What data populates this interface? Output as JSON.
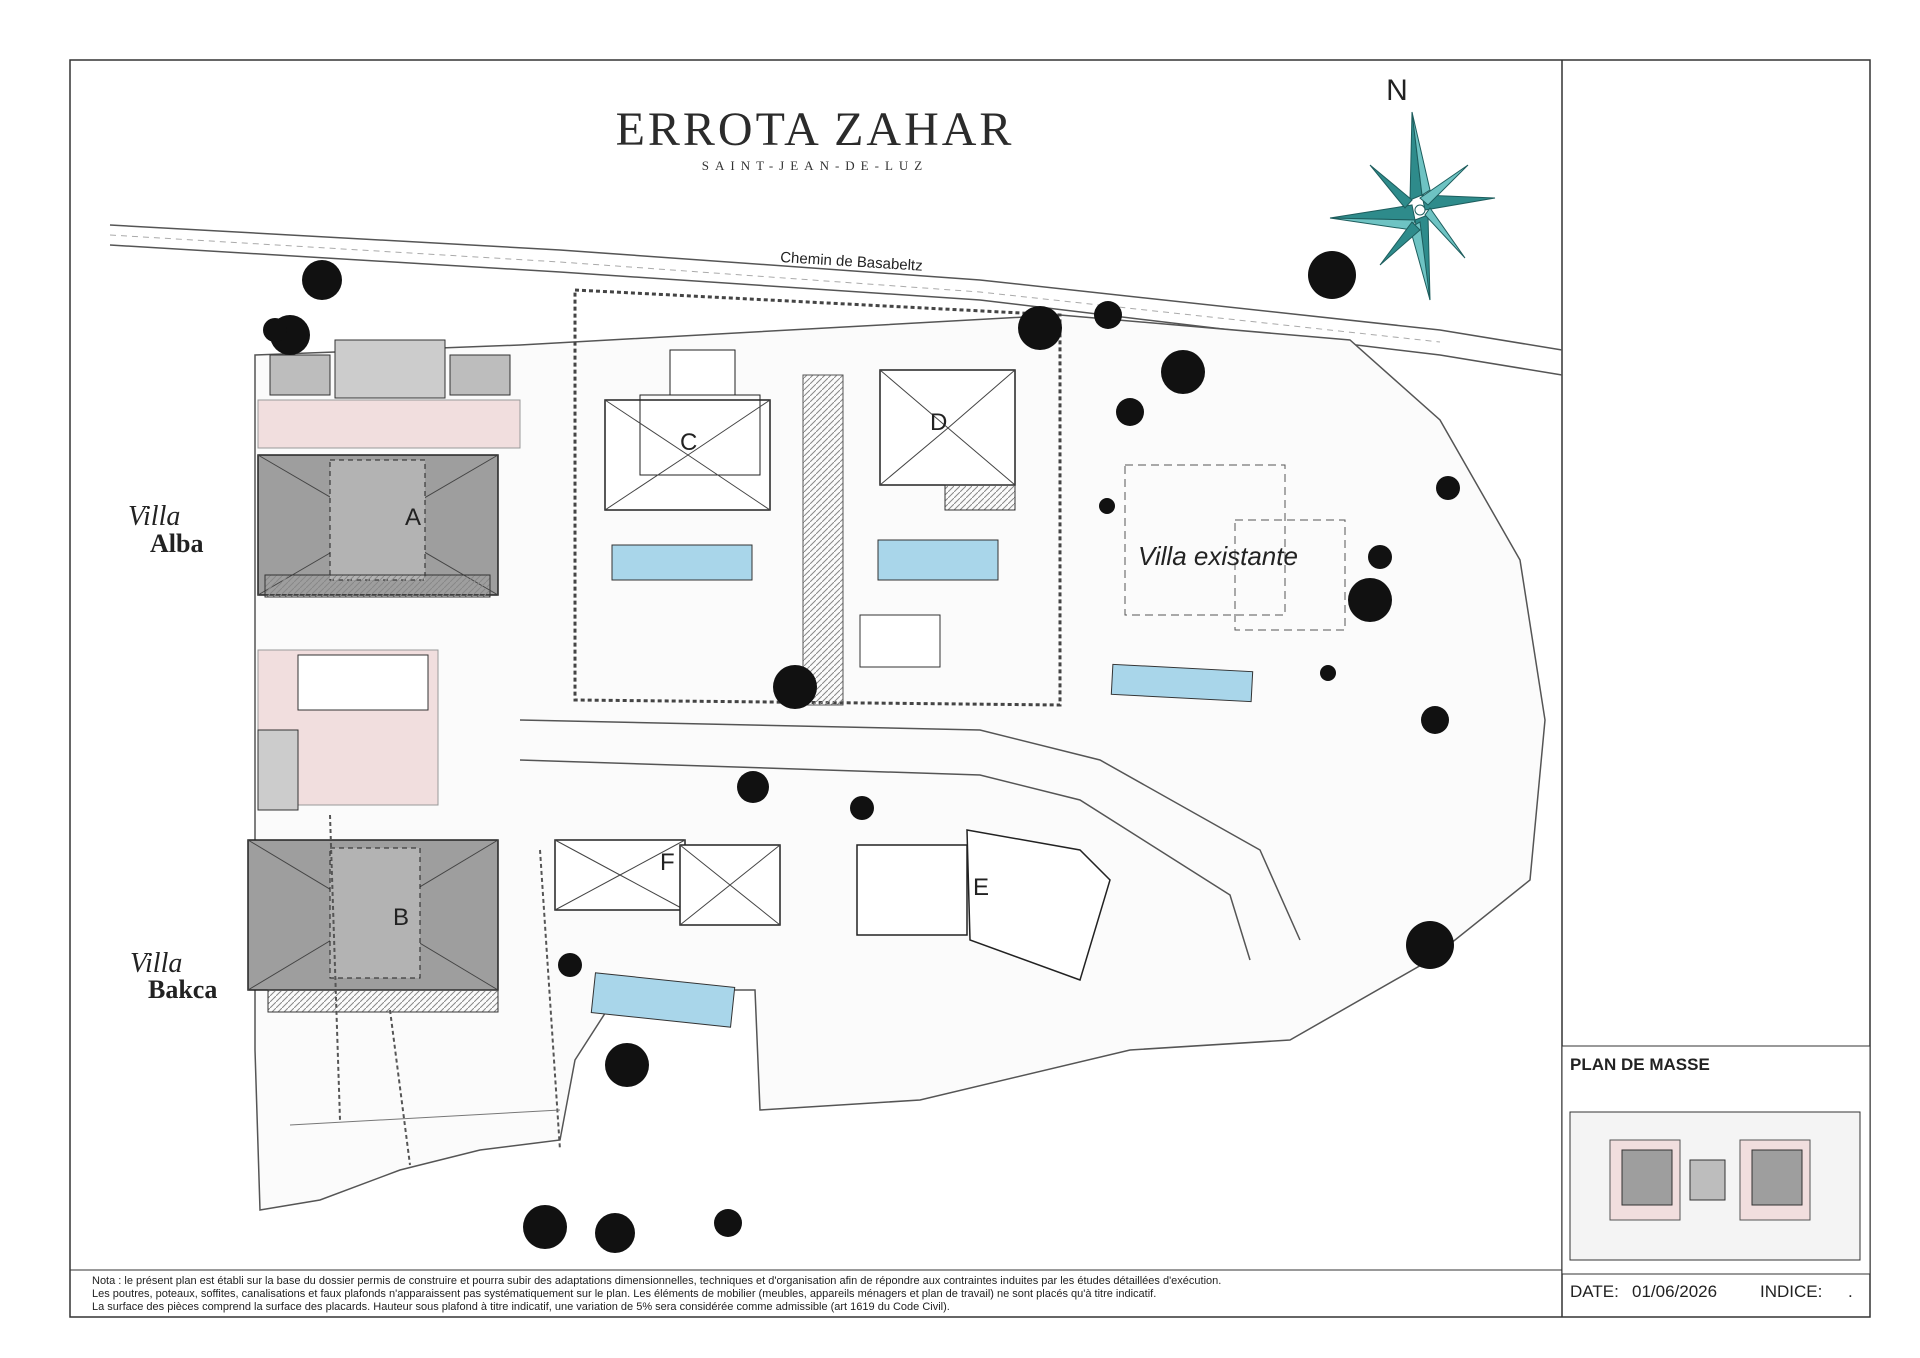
{
  "title": "ERROTA ZAHAR",
  "subtitle": "SAINT-JEAN-DE-LUZ",
  "compass": {
    "north_label": "N",
    "colors": [
      "#2e8b8b",
      "#6ec3c3"
    ]
  },
  "road_label": "Chemin de Basabeltz",
  "villas": {
    "alba": {
      "prefix": "Villa",
      "name": "Alba"
    },
    "bakca": {
      "prefix": "Villa",
      "name": "Bakca"
    },
    "existante": "Villa existante"
  },
  "lot_letters": [
    "A",
    "B",
    "C",
    "D",
    "E",
    "F"
  ],
  "note": {
    "line1": "Nota : le présent plan est établi sur la base du dossier permis de construire et pourra subir des adaptations dimensionnelles, techniques et d'organisation afin de répondre aux contraintes induites par les études détaillées d'exécution.",
    "line2": "Les poutres, poteaux, soffites, canalisations et faux plafonds n'apparaissent pas systématiquement sur le plan. Les éléments de mobilier (meubles, appareils ménagers et plan de travail) ne sont placés qu'à titre indicatif.",
    "line3": "La surface des pièces comprend la surface des placards. Hauteur sous plafond à titre indicatif, une variation de 5% sera considérée comme admissible (art 1619 du Code Civil)."
  },
  "title_block": {
    "heading": "PLAN DE MASSE",
    "date_label": "DATE:",
    "date_value": "01/06/2026",
    "indice_label": "INDICE:",
    "indice_value": "."
  },
  "colors": {
    "pool": "#a9d6ea",
    "roof": "#9e9e9e",
    "pink": "#f1dede",
    "line": "#333333",
    "tree": "#111111"
  }
}
